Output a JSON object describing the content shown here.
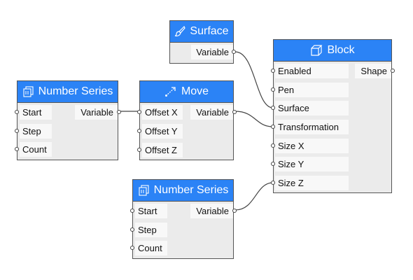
{
  "colors": {
    "header": "#2b83f6",
    "node_bg": "#ebebeb",
    "port_bg": "#f8f8f8",
    "wire": "#444444"
  },
  "nodes": {
    "surface": {
      "title": "Surface",
      "icon": "brush-icon",
      "outputs": [
        "Variable"
      ]
    },
    "number_series_1": {
      "title": "Number Series",
      "icon": "number-series-icon",
      "inputs": [
        "Start",
        "Step",
        "Count"
      ],
      "outputs": [
        "Variable"
      ]
    },
    "move": {
      "title": "Move",
      "icon": "move-arrow-icon",
      "inputs": [
        "Offset X",
        "Offset Y",
        "Offset Z"
      ],
      "outputs": [
        "Variable"
      ]
    },
    "block": {
      "title": "Block",
      "icon": "cube-icon",
      "inputs": [
        "Enabled",
        "Pen",
        "Surface",
        "Transformation",
        "Size X",
        "Size Y",
        "Size Z"
      ],
      "outputs": [
        "Shape"
      ]
    },
    "number_series_2": {
      "title": "Number Series",
      "icon": "number-series-icon",
      "inputs": [
        "Start",
        "Step",
        "Count"
      ],
      "outputs": [
        "Variable"
      ]
    }
  },
  "connections": [
    {
      "from": "Surface.Variable",
      "to": "Block.Surface"
    },
    {
      "from": "Number Series.Variable",
      "to": "Move.Offset X"
    },
    {
      "from": "Move.Variable",
      "to": "Block.Transformation"
    },
    {
      "from": "Number Series.Variable",
      "to": "Block.Size Z"
    }
  ]
}
